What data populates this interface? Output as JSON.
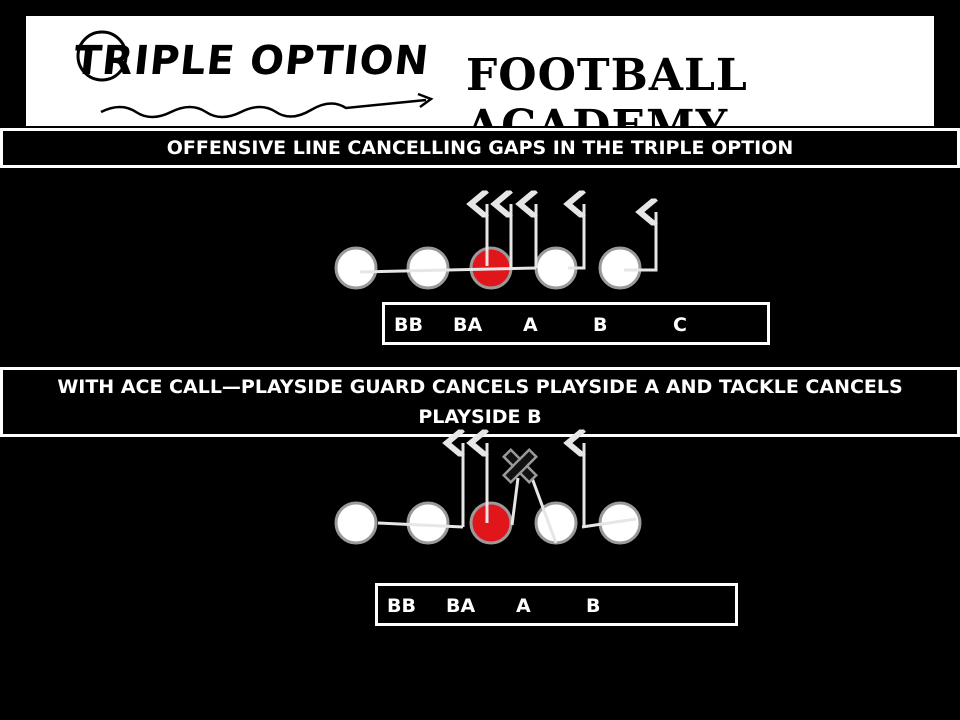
{
  "logo": {
    "script_text": "TRIPLE OPTION",
    "block_text": "FOOTBALL ACADEMY"
  },
  "banner1": {
    "text": "OFFENSIVE LINE CANCELLING GAPS IN THE TRIPLE OPTION"
  },
  "banner2": {
    "line1": "WITH ACE CALL—PLAYSIDE GUARD CANCELS PLAYSIDE A  AND TACKLE CANCELS",
    "line2": "PLAYSIDE B"
  },
  "diagram1": {
    "gaps": [
      "BB",
      "BA",
      "A",
      "B",
      "C"
    ],
    "center_color": "#e0161b",
    "lineman_color": "#ffffff"
  },
  "diagram2": {
    "gaps": [
      "BB",
      "BA",
      "A",
      "B"
    ],
    "center_color": "#e0161b",
    "lineman_color": "#ffffff",
    "defender_icon": "x-defender-icon"
  },
  "colors": {
    "background": "#000000",
    "route": "#e6e6e6",
    "outline": "#9a9a9a"
  }
}
